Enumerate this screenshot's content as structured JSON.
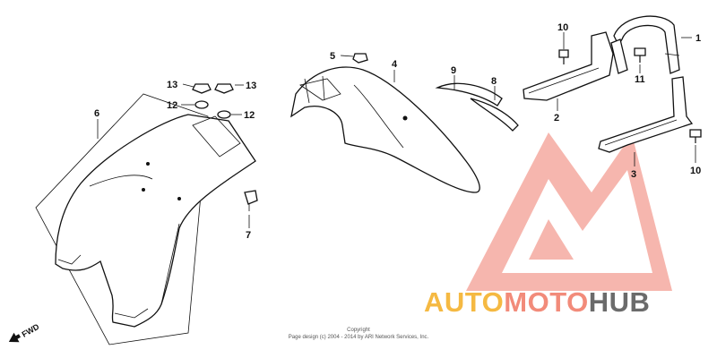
{
  "diagram": {
    "callouts": {
      "c1": "1",
      "c2": "2",
      "c3": "3",
      "c4": "4",
      "c5": "5",
      "c6": "6",
      "c7": "7",
      "c8": "8",
      "c9": "9",
      "c10a": "10",
      "c10b": "10",
      "c11": "11",
      "c12a": "12",
      "c12b": "12",
      "c13a": "13",
      "c13b": "13"
    },
    "fwd_label": "FWD",
    "copyright_line1": "Copyright",
    "copyright_line2": "Page design (c) 2004 - 2014 by ARI Network Services, Inc."
  },
  "watermark": {
    "part1": "AUTO",
    "part2": "MOTO",
    "part3": "HUB",
    "colors": {
      "auto": "#f5b942",
      "moto": "#f28b7a",
      "hub": "#6b6b6b"
    }
  }
}
